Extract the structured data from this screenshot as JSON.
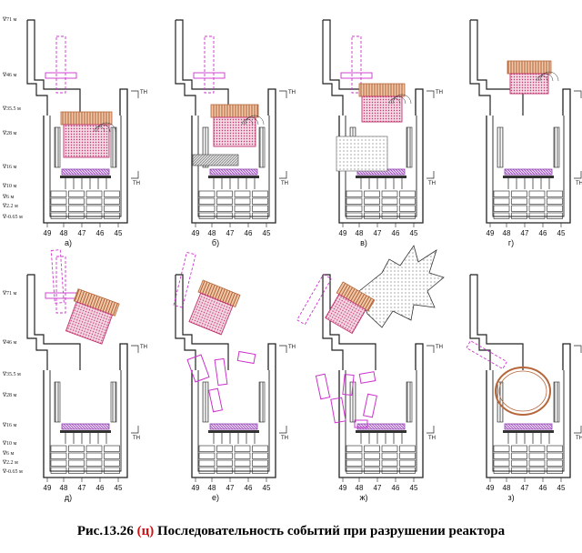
{
  "caption": {
    "prefix": "Рис.13.26",
    "mark": "(ц)",
    "title": "Последовательность событий при разрушении реактора"
  },
  "elevations_top": [
    "∇71 м",
    "∇46 м",
    "∇35.5 м",
    "∇28 м",
    "∇16 м",
    "∇10 м",
    "∇6 м",
    "∇2.2 м",
    "∇-0.65 м"
  ],
  "elevations_bottom": [
    "∇71 м",
    "∇46 м",
    "∇35.5 м",
    "∇28 м",
    "∇16 м",
    "∇10 м",
    "∇6 м",
    "∇2.2 м",
    "∇-0.65 м"
  ],
  "axis_ticks": [
    "49",
    "48",
    "47",
    "46",
    "45"
  ],
  "th_label": "ТН",
  "panels": [
    {
      "label": "а)"
    },
    {
      "label": "б)"
    },
    {
      "label": "в)"
    },
    {
      "label": "г)"
    },
    {
      "label": "д)"
    },
    {
      "label": "е)"
    },
    {
      "label": "ж)"
    },
    {
      "label": "з)"
    }
  ],
  "colors": {
    "structure": "#222222",
    "core": "#c0346e",
    "upper_plate": "#b5673a",
    "lower_plate": "#8e3fb0",
    "debris": "#cc33cc",
    "crane": "#cc33cc"
  }
}
